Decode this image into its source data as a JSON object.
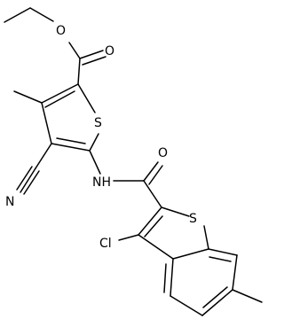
{
  "molecule": {
    "atoms": {
      "ester_o_carbonyl": "O",
      "ester_o_ether": "O",
      "thiophene_s": "S",
      "nitrile_n": "N",
      "amide_nh": "NH",
      "amide_o": "O",
      "benzothiophene_s": "S",
      "chloro": "Cl"
    }
  }
}
